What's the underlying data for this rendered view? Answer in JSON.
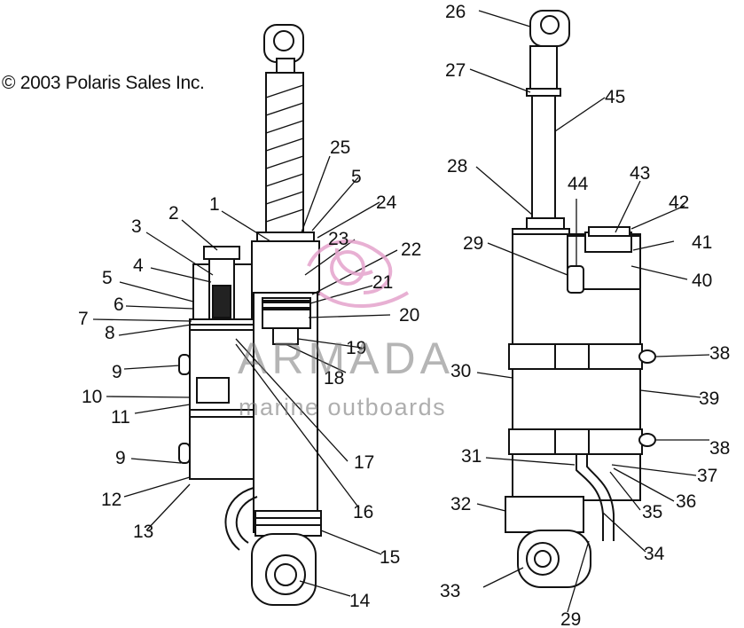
{
  "copyright": "© 2003 Polaris Sales Inc.",
  "watermark": {
    "title": "ARMADA",
    "subtitle": "marine outboards",
    "accent_color": "#e0a0c8"
  },
  "callouts": [
    "1",
    "2",
    "3",
    "4",
    "5",
    "5",
    "6",
    "7",
    "8",
    "9",
    "9",
    "10",
    "11",
    "12",
    "13",
    "14",
    "15",
    "16",
    "17",
    "18",
    "19",
    "20",
    "21",
    "22",
    "23",
    "24",
    "25",
    "26",
    "27",
    "28",
    "29",
    "29",
    "30",
    "31",
    "32",
    "33",
    "34",
    "35",
    "36",
    "37",
    "38",
    "38",
    "39",
    "40",
    "41",
    "42",
    "43",
    "44",
    "45"
  ]
}
